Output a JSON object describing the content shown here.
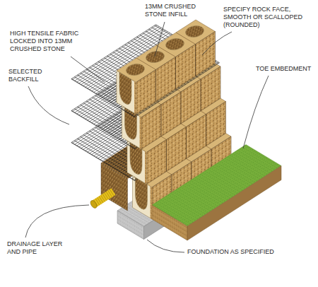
{
  "diagram": {
    "labels": [
      "13MM CRUSHED STONE INFILL",
      "SPECIFY ROCK FACE, SMOOTH OR SCALLOPED (ROUNDED)",
      "HIGH TENSILE FABRIC LOCKED INTO 13MM CRUSHED STONE",
      "SELECTED BACKFILL",
      "TOE EMBEDMENT",
      "DRAINAGE LAYER AND PIPE",
      "FOUNDATION AS SPECIFIED"
    ]
  }
}
